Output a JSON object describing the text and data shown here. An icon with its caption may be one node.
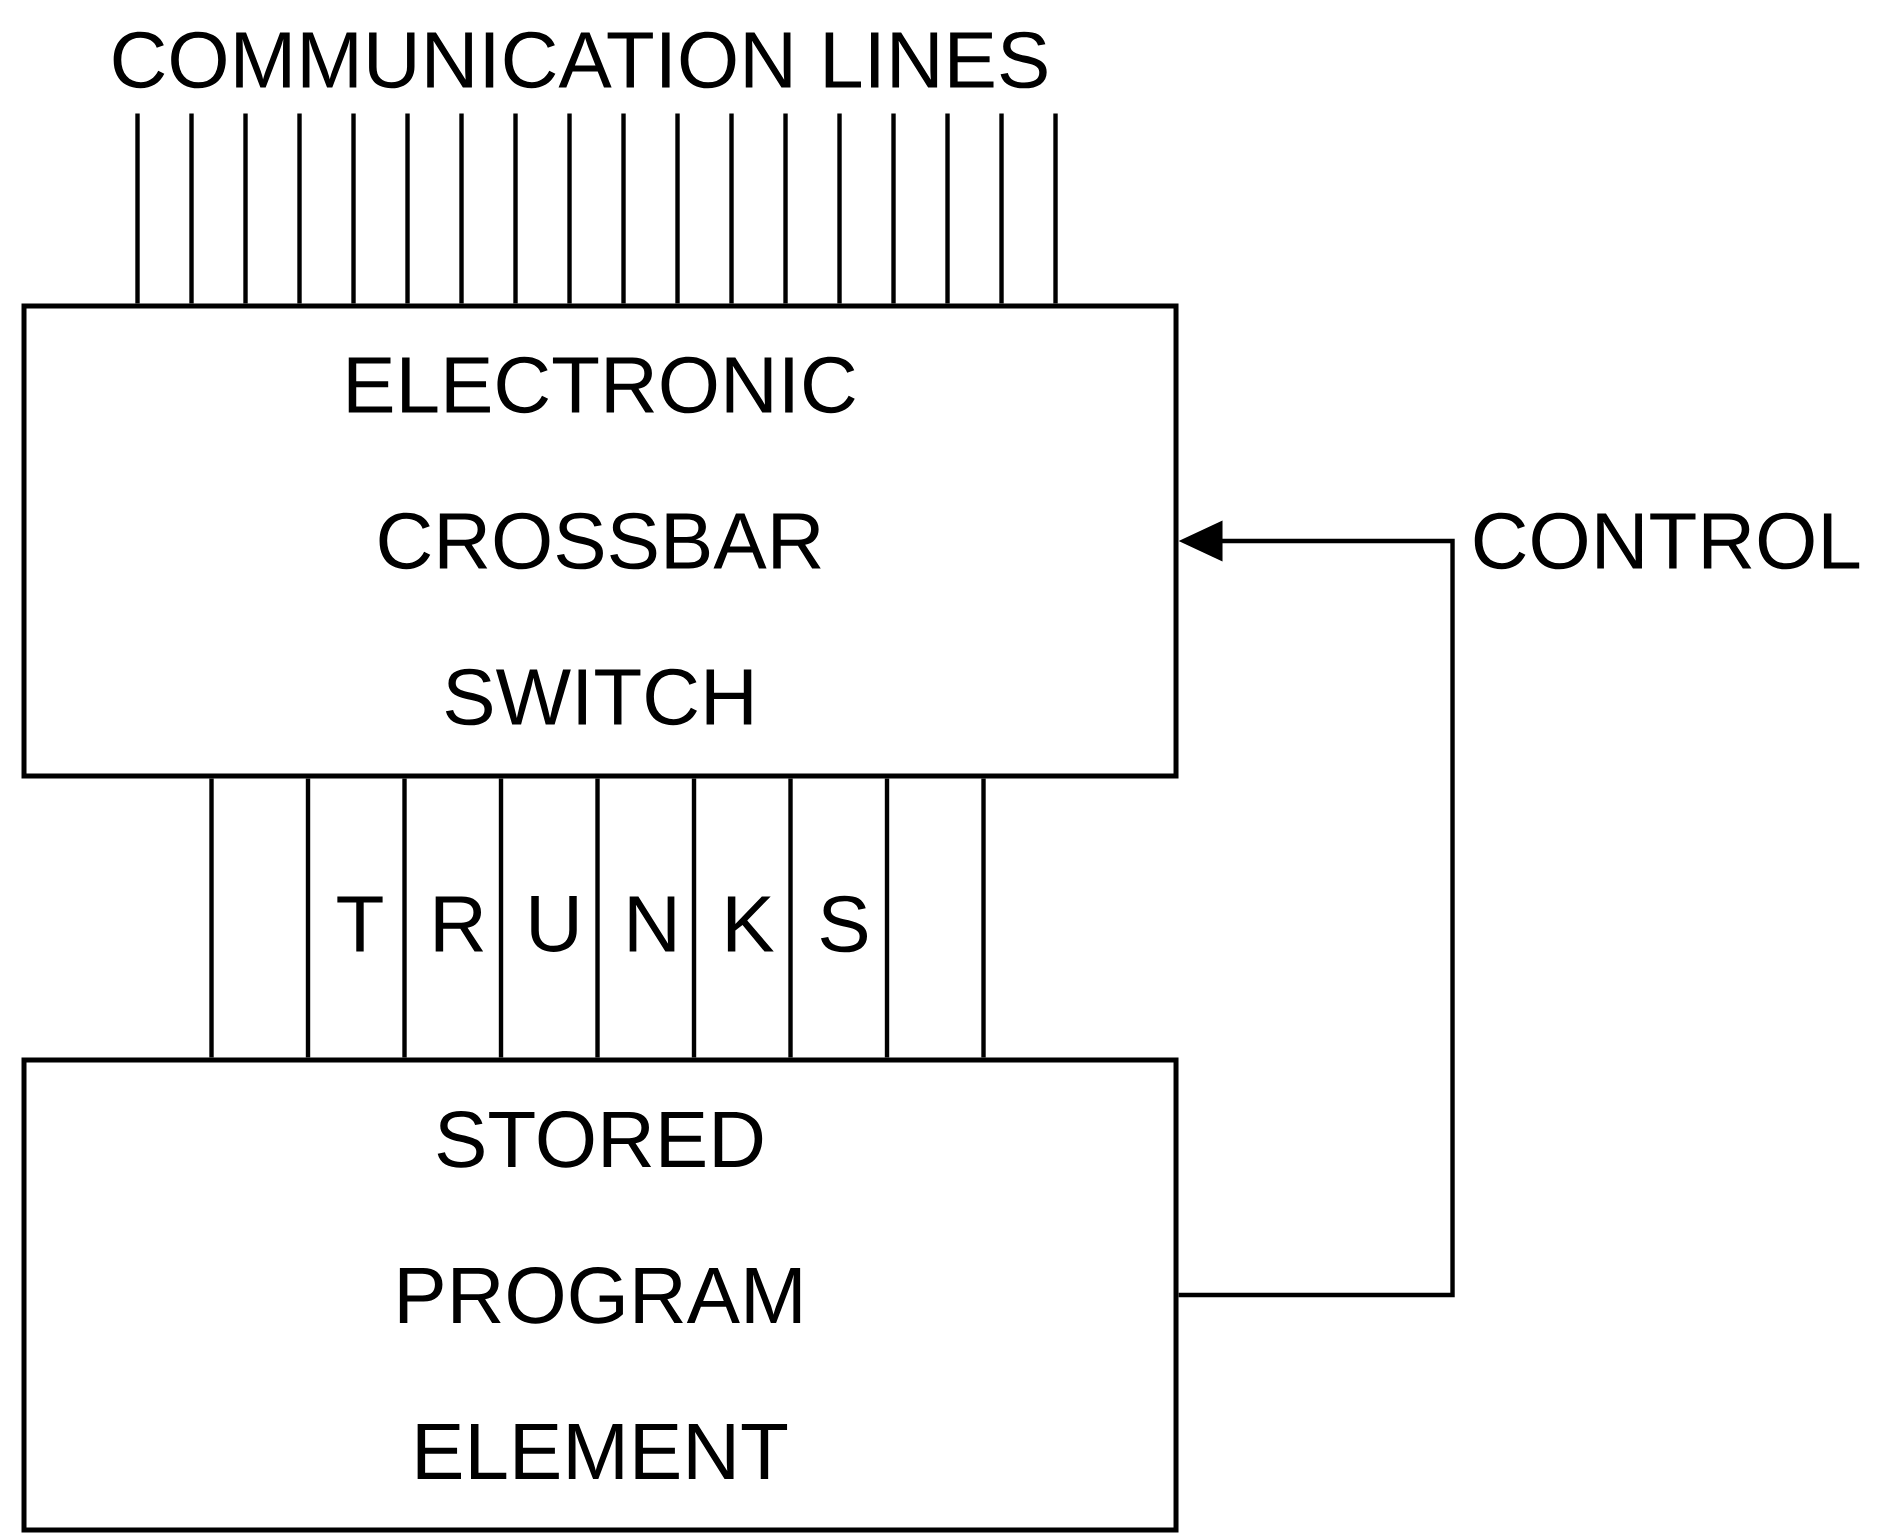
{
  "diagram": {
    "nodes": [
      {
        "text": [
          "ELECTRONIC CROSSBAR SWITCH"
        ]
      },
      {
        "text": [
          "STORED PROGRAM ELEMENT"
        ]
      }
    ],
    "edges": [
      {
        "from": null,
        "to": 0,
        "arrow": "none"
      },
      {
        "from": null,
        "to": 0,
        "arrow": "none"
      },
      {
        "from": null,
        "to": 0,
        "arrow": "none"
      },
      {
        "from": null,
        "to": 0,
        "arrow": "none"
      },
      {
        "from": null,
        "to": 0,
        "arrow": "none"
      },
      {
        "from": null,
        "to": 0,
        "arrow": "none"
      },
      {
        "from": null,
        "to": 0,
        "arrow": "none"
      },
      {
        "from": null,
        "to": 0,
        "arrow": "none"
      },
      {
        "from": null,
        "to": 0,
        "arrow": "none"
      },
      {
        "from": null,
        "to": 0,
        "arrow": "none"
      },
      {
        "from": null,
        "to": 0,
        "arrow": "none"
      },
      {
        "from": null,
        "to": 0,
        "arrow": "none"
      },
      {
        "from": null,
        "to": 0,
        "arrow": "none"
      },
      {
        "from": null,
        "to": 0,
        "arrow": "none"
      },
      {
        "from": null,
        "to": 0,
        "arrow": "none"
      },
      {
        "from": null,
        "to": 0,
        "arrow": "none"
      },
      {
        "from": null,
        "to": 0,
        "arrow": "none"
      },
      {
        "from": null,
        "to": 0,
        "arrow": "none"
      },
      {
        "from": 0,
        "to": 1,
        "arrow": "none"
      },
      {
        "from": 0,
        "to": 1,
        "arrow": "none"
      },
      {
        "from": 0,
        "to": 1,
        "arrow": "none"
      },
      {
        "from": 0,
        "to": 1,
        "arrow": "none"
      },
      {
        "from": 0,
        "to": 1,
        "arrow": "none"
      },
      {
        "from": 0,
        "to": 1,
        "arrow": "none"
      },
      {
        "from": 0,
        "to": 1,
        "arrow": "none"
      },
      {
        "from": 0,
        "to": 1,
        "arrow": "none"
      },
      {
        "from": 0,
        "to": 1,
        "arrow": "none"
      },
      {
        "from": 1,
        "to": 0,
        "arrow": "to",
        "label": "CONTROL"
      }
    ],
    "labels": [
      "COMMUNICATION LINES",
      "T",
      "R",
      "U",
      "N",
      "K",
      "S"
    ]
  }
}
